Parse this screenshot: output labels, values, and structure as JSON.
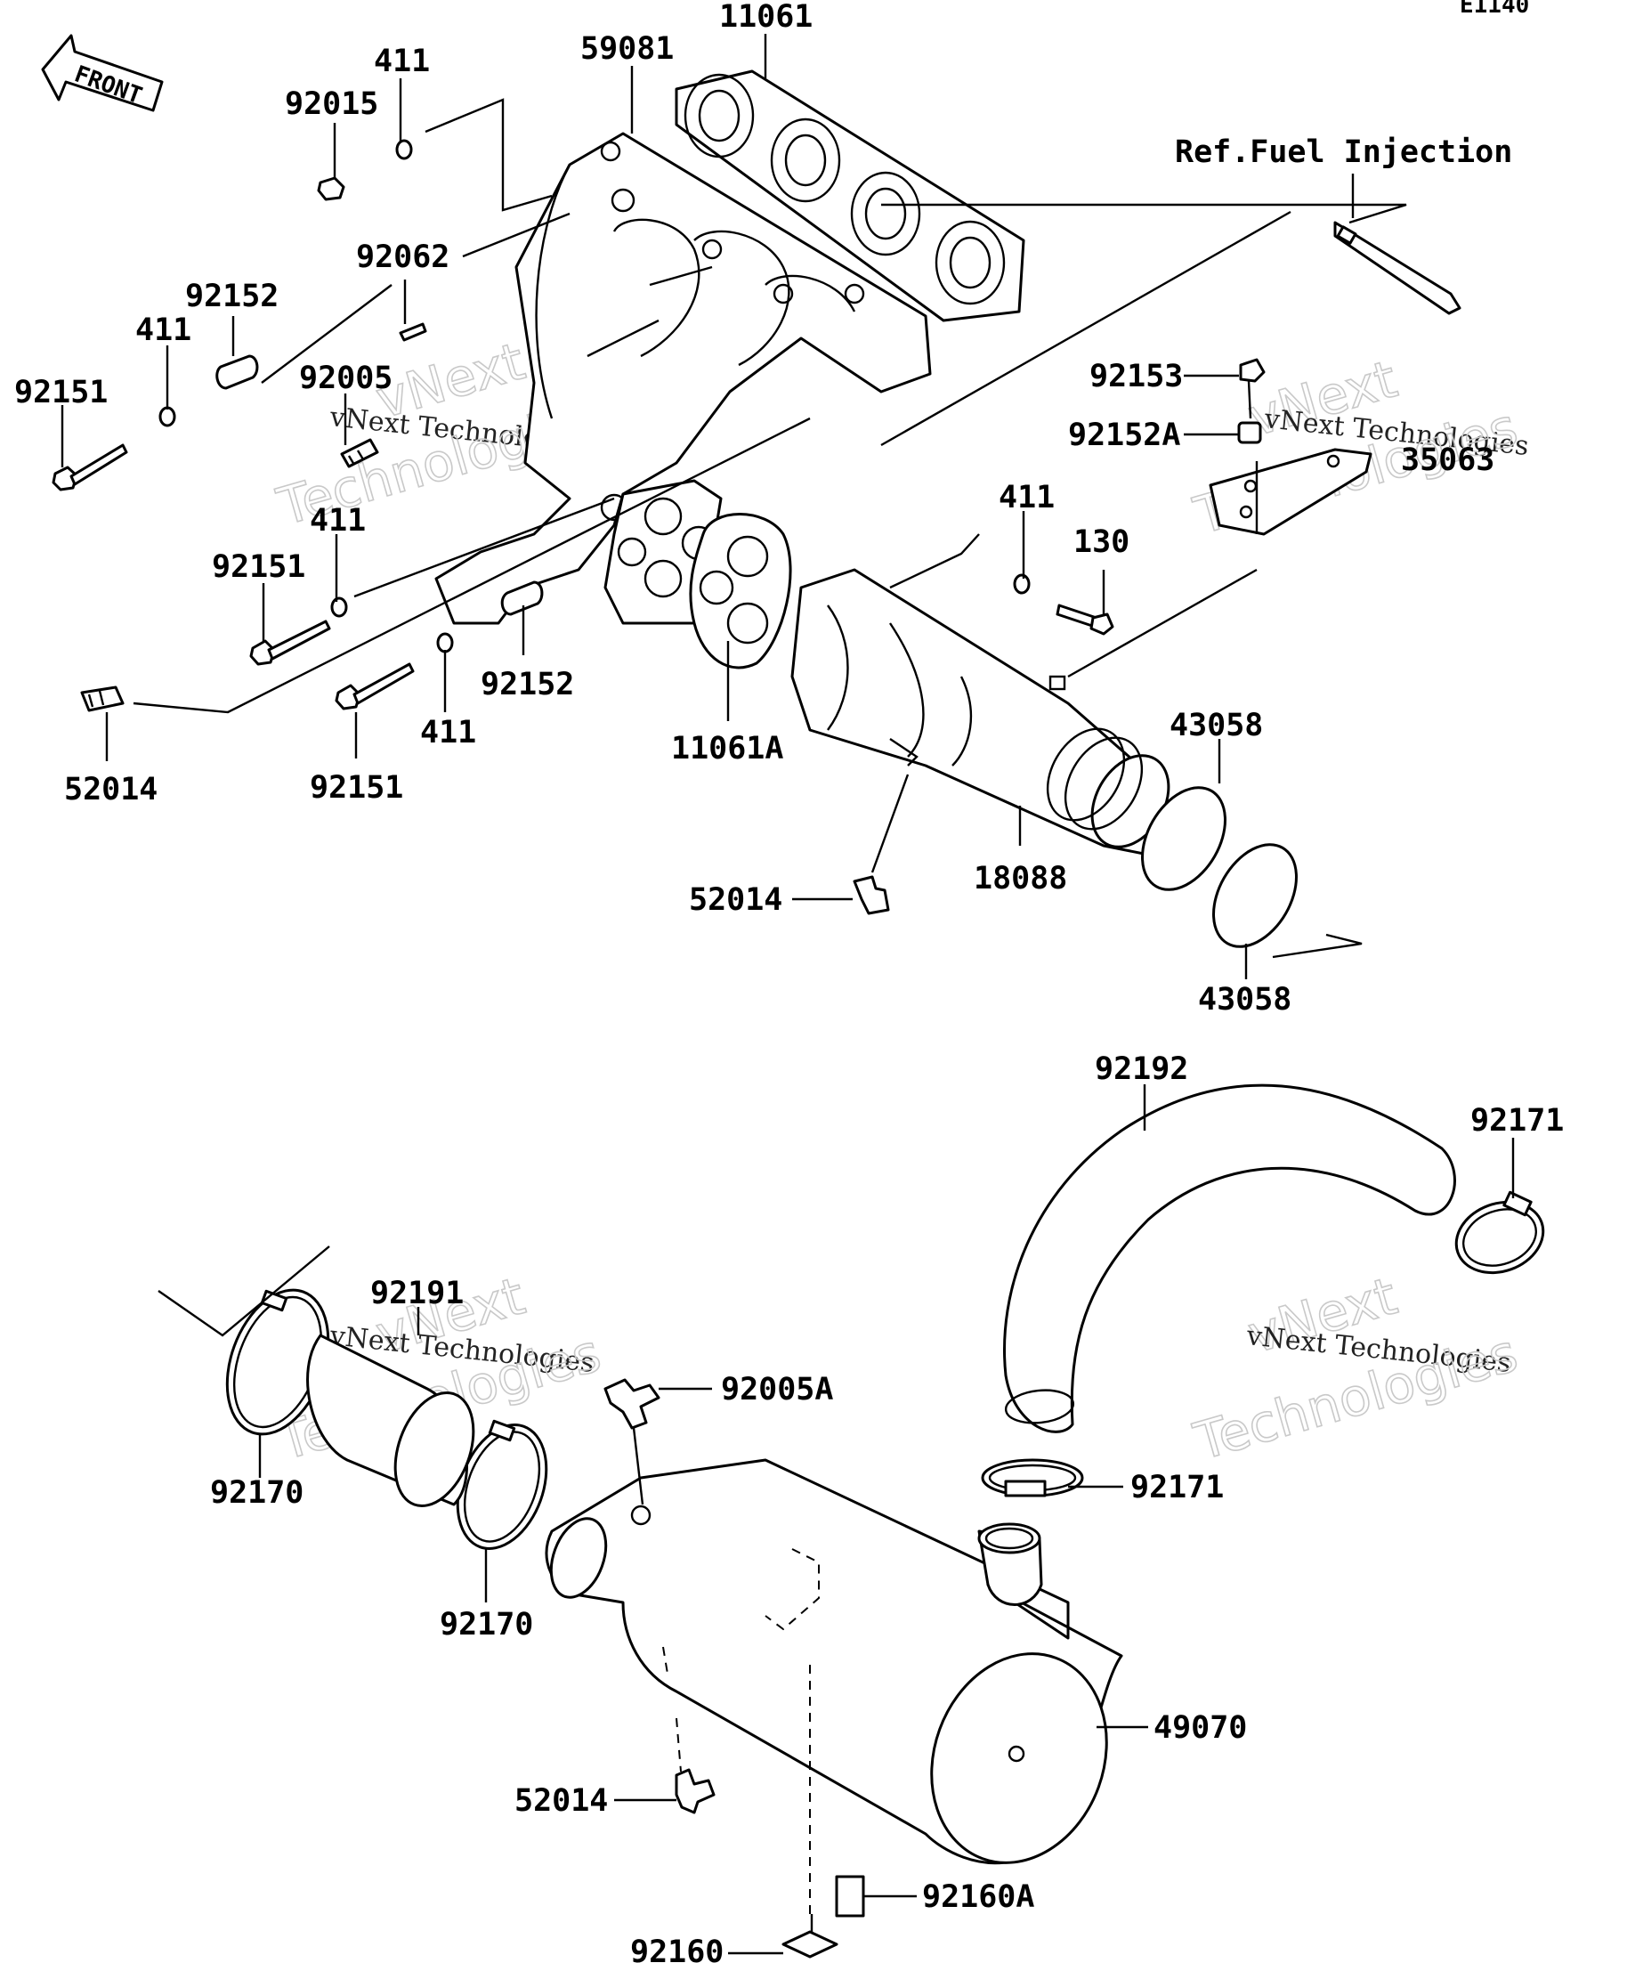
{
  "diagram": {
    "code": "E1140",
    "front_label": "FRONT",
    "reference": "Ref.Fuel Injection",
    "watermark": {
      "line1": "vNext",
      "line2": "vNext Technologies",
      "line3": "Technologies"
    },
    "part_labels": {
      "p11061": "11061",
      "p59081": "59081",
      "p411_top": "411",
      "p92015": "92015",
      "p92062": "92062",
      "p92152_left": "92152",
      "p411_left": "411",
      "p92151_left": "92151",
      "p92005": "92005",
      "p411_mid": "411",
      "p92151_mid": "92151",
      "p92152_mid": "92152",
      "p411_bottom": "411",
      "p52014_left": "52014",
      "p92151_bottom": "92151",
      "p11061A": "11061A",
      "p92153": "92153",
      "p92152A": "92152A",
      "p35063": "35063",
      "p411_right": "411",
      "p130": "130",
      "p43058_top": "43058",
      "p18088": "18088",
      "p52014_mid": "52014",
      "p43058_bottom": "43058",
      "p92192": "92192",
      "p92171_top": "92171",
      "p92191": "92191",
      "p92005A": "92005A",
      "p92170_left": "92170",
      "p92171_mid": "92171",
      "p92170_mid": "92170",
      "p49070": "49070",
      "p52014_bottom": "52014",
      "p92160A": "92160A",
      "p92160": "92160"
    }
  }
}
